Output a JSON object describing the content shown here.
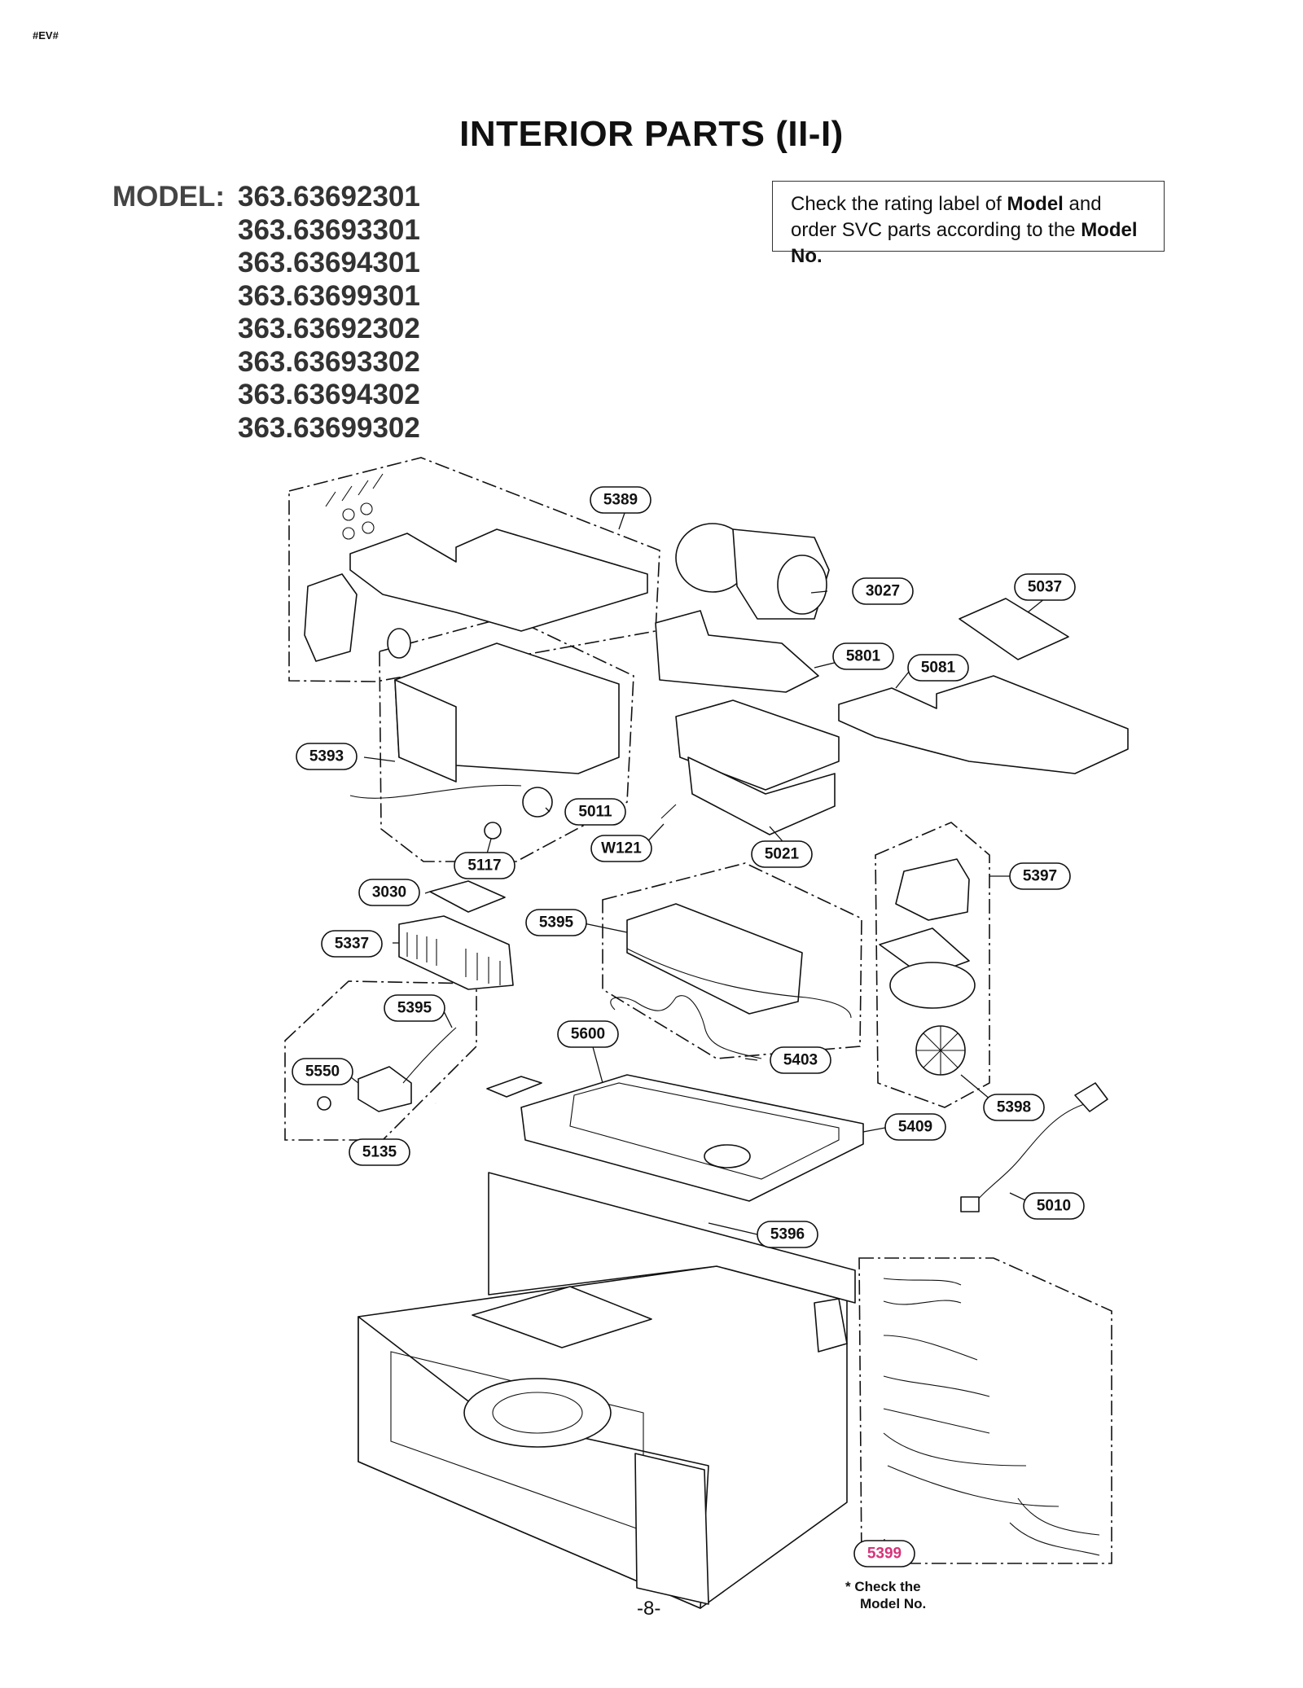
{
  "header_tag": "#EV#",
  "title": "INTERIOR PARTS (II-I)",
  "model_label": "MODEL:",
  "models": [
    "363.63692301",
    "363.63693301",
    "363.63694301",
    "363.63699301",
    "363.63692302",
    "363.63693302",
    "363.63694302",
    "363.63699302"
  ],
  "notice": {
    "part1": "Check the rating label of ",
    "bold1": "Model",
    "part2": " and order SVC parts according to the ",
    "bold2": "Model No."
  },
  "callouts": {
    "c5389": "5389",
    "c3027": "3027",
    "c5037": "5037",
    "c5801": "5801",
    "c5081": "5081",
    "c5393": "5393",
    "c5011": "5011",
    "cW121": "W121",
    "c5021": "5021",
    "c5117": "5117",
    "c3030": "3030",
    "c5397": "5397",
    "c5395a": "5395",
    "c5337": "5337",
    "c5395b": "5395",
    "c5600": "5600",
    "c5403": "5403",
    "c5550": "5550",
    "c5398": "5398",
    "c5409": "5409",
    "c5135": "5135",
    "c5010": "5010",
    "c5396": "5396",
    "c5399": "5399"
  },
  "check_note": [
    "* Check the",
    "Model No."
  ],
  "page_number": "-8-"
}
